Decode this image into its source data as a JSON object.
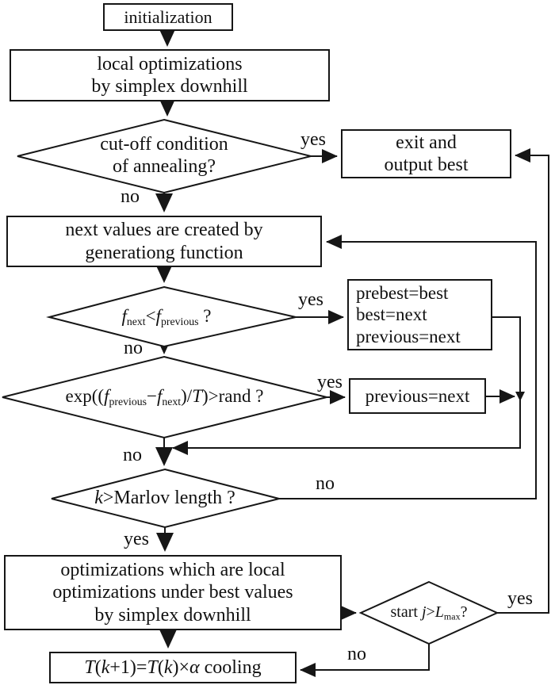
{
  "meta": {
    "title": "simulated annealing flowchart",
    "colors": {
      "line": "#161616",
      "text": "#111111",
      "background": "#ffffff"
    }
  },
  "nodes": {
    "init": {
      "lines": [
        [
          {
            "t": "initialization"
          }
        ]
      ]
    },
    "local_opt": {
      "lines": [
        [
          {
            "t": "local optimizations"
          }
        ],
        [
          {
            "t": "by simplex downhill"
          }
        ]
      ]
    },
    "cutoff": {
      "lines": [
        [
          {
            "t": "cut-off condition"
          }
        ],
        [
          {
            "t": "of annealing?"
          }
        ]
      ]
    },
    "exit": {
      "lines": [
        [
          {
            "t": "exit and"
          }
        ],
        [
          {
            "t": "output best"
          }
        ]
      ]
    },
    "next_values": {
      "lines": [
        [
          {
            "t": "next values are created by"
          }
        ],
        [
          {
            "t": "generationg function"
          }
        ]
      ]
    },
    "fnext": {
      "lines": [
        [
          {
            "t": "f",
            "s": "i"
          },
          {
            "t": "next",
            "s": "sub"
          },
          {
            "t": "<"
          },
          {
            "t": "f",
            "s": "i"
          },
          {
            "t": "previous",
            "s": "sub"
          },
          {
            "t": " ?"
          }
        ]
      ]
    },
    "update_best": {
      "lines": [
        [
          {
            "t": "prebest=best"
          }
        ],
        [
          {
            "t": "best=next"
          }
        ],
        [
          {
            "t": "previous=next"
          }
        ]
      ]
    },
    "metropolis": {
      "lines": [
        [
          {
            "t": "exp(("
          },
          {
            "t": "f",
            "s": "i"
          },
          {
            "t": "previous",
            "s": "sub"
          },
          {
            "t": "−"
          },
          {
            "t": "f",
            "s": "i"
          },
          {
            "t": "next",
            "s": "sub"
          },
          {
            "t": ")/"
          },
          {
            "t": "T",
            "s": "i"
          },
          {
            "t": ")>rand ?"
          }
        ]
      ]
    },
    "prev_next": {
      "lines": [
        [
          {
            "t": "previous=next"
          }
        ]
      ]
    },
    "markov": {
      "lines": [
        [
          {
            "t": "k",
            "s": "i"
          },
          {
            "t": ">Marlov length ?"
          }
        ]
      ]
    },
    "local_opt2": {
      "lines": [
        [
          {
            "t": "optimizations which are local"
          }
        ],
        [
          {
            "t": "optimizations under best values"
          }
        ],
        [
          {
            "t": "by simplex downhill"
          }
        ]
      ]
    },
    "start_j": {
      "lines": [
        [
          {
            "t": "start "
          },
          {
            "t": "j",
            "s": "i"
          },
          {
            "t": ">"
          },
          {
            "t": "L",
            "s": "i"
          },
          {
            "t": "max",
            "s": "sub"
          },
          {
            "t": "?"
          }
        ]
      ]
    },
    "cooling": {
      "lines": [
        [
          {
            "t": "T",
            "s": "i"
          },
          {
            "t": "("
          },
          {
            "t": "k",
            "s": "i"
          },
          {
            "t": "+1)="
          },
          {
            "t": "T",
            "s": "i"
          },
          {
            "t": "("
          },
          {
            "t": "k",
            "s": "i"
          },
          {
            "t": ")×"
          },
          {
            "t": "α",
            "s": "i"
          },
          {
            "t": " cooling"
          }
        ]
      ]
    }
  },
  "labels": {
    "cutoff_yes": "yes",
    "cutoff_no": "no",
    "fnext_yes": "yes",
    "fnext_no": "no",
    "metropolis_yes": "yes",
    "metropolis_no": "no",
    "markov_no": "no",
    "markov_yes": "yes",
    "startj_yes": "yes",
    "startj_no": "no"
  }
}
